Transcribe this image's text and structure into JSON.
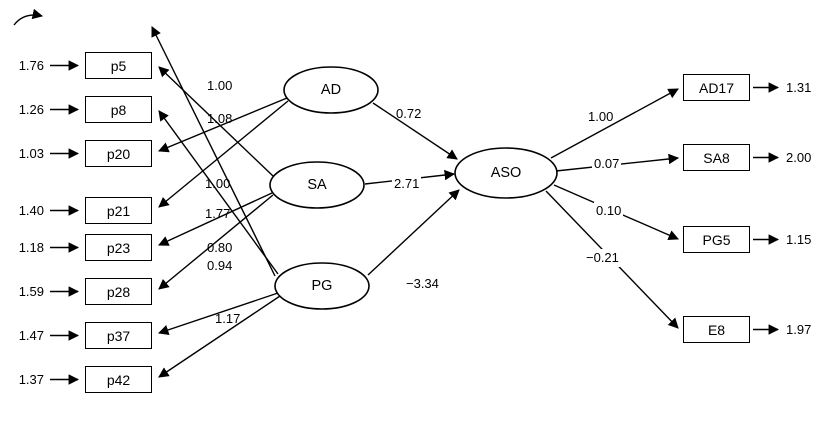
{
  "diagram": {
    "type": "structural-equation-model-path-diagram",
    "left_indicators": [
      {
        "label": "p5",
        "error": "1.76"
      },
      {
        "label": "p8",
        "error": "1.26"
      },
      {
        "label": "p20",
        "error": "1.03"
      },
      {
        "label": "p21",
        "error": "1.40"
      },
      {
        "label": "p23",
        "error": "1.18"
      },
      {
        "label": "p28",
        "error": "1.59"
      },
      {
        "label": "p37",
        "error": "1.47"
      },
      {
        "label": "p42",
        "error": "1.37"
      }
    ],
    "left_loadings": [
      "1.00",
      "1.08",
      "1.00",
      "1.77",
      "0.80",
      "0.94",
      "1.17"
    ],
    "latents": [
      {
        "label": "AD"
      },
      {
        "label": "SA"
      },
      {
        "label": "PG"
      }
    ],
    "outcome": {
      "label": "ASO"
    },
    "structural_paths": [
      {
        "from": "AD",
        "to": "ASO",
        "value": "0.72"
      },
      {
        "from": "SA",
        "to": "ASO",
        "value": "2.71"
      },
      {
        "from": "PG",
        "to": "ASO",
        "value": "−3.34"
      }
    ],
    "right_indicators": [
      {
        "label": "AD17",
        "loading": "1.00",
        "error": "1.31"
      },
      {
        "label": "SA8",
        "loading": "0.07",
        "error": "2.00"
      },
      {
        "label": "PG5",
        "loading": "0.10",
        "error": "1.15"
      },
      {
        "label": "E8",
        "loading": "−0.21",
        "error": "1.97"
      }
    ],
    "colors": {
      "line": "#000000",
      "background": "#ffffff"
    }
  }
}
